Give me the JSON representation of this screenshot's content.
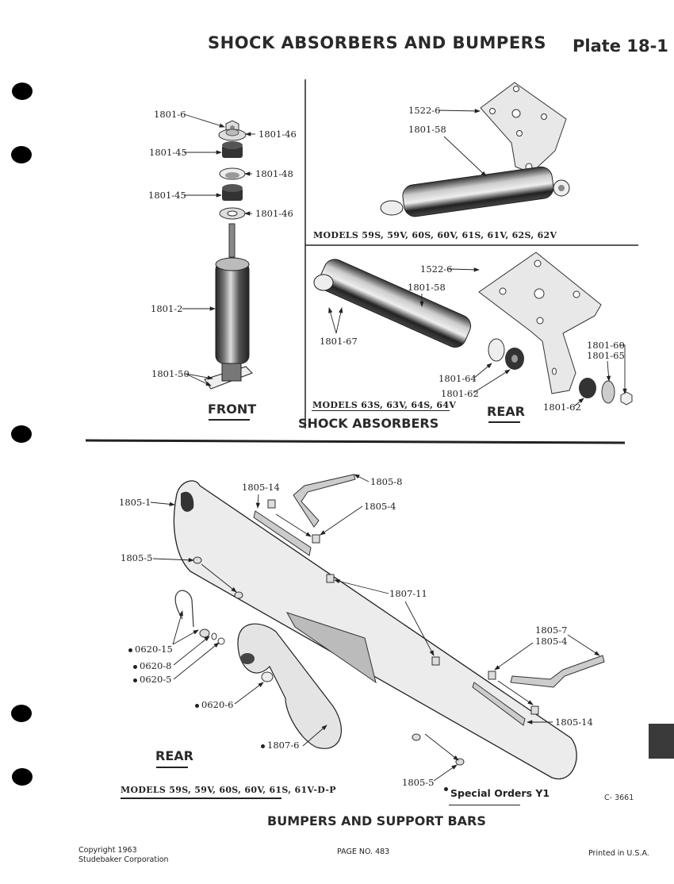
{
  "header": {
    "title": "SHOCK ABSORBERS AND BUMPERS",
    "plate": "Plate 18-1"
  },
  "shock_section": {
    "front": {
      "labels": [
        "1801-6",
        "1801-46",
        "1801-45",
        "1801-48",
        "1801-45",
        "1801-46",
        "1801-2",
        "1801-50"
      ],
      "caption": "FRONT"
    },
    "rear_top": {
      "labels": [
        "1522-6",
        "1801-58"
      ],
      "models": "MODELS 59S, 59V, 60S, 60V, 61S, 61V, 62S, 62V"
    },
    "rear_bottom": {
      "labels": [
        "1522-6",
        "1801-58",
        "1801-67",
        "1801-64",
        "1801-62",
        "1801-60",
        "1801-65",
        "1801-62"
      ],
      "models": "MODELS 63S, 63V, 64S, 64V",
      "caption": "REAR"
    },
    "section_title": "SHOCK ABSORBERS"
  },
  "bumper_section": {
    "labels": {
      "bumper": "1805-1",
      "bar_left": "1805-14",
      "bracket_left": "1805-8",
      "plate_left": "1805-4",
      "bolt_upper": "1805-5",
      "clip": "1807-11",
      "bracket_right": "1805-7",
      "plate_right": "1805-4",
      "bar_right": "1805-14",
      "bolt_lower": "1805-5",
      "wire": "0620-15",
      "washer": "0620-8",
      "lamp": "0620-5",
      "nut": "0620-6",
      "guard": "1807-6"
    },
    "caption": "REAR",
    "models": "MODELS 59S, 59V, 60S, 60V, 61S, 61V-D-P",
    "special_orders": "Special Orders Y1",
    "code": "C- 3661",
    "section_title": "BUMPERS AND SUPPORT BARS"
  },
  "footer": {
    "copyright_line1": "Copyright 1963",
    "copyright_line2": "Studebaker Corporation",
    "page_no": "PAGE NO. 483",
    "printed": "Printed in U.S.A."
  },
  "colors": {
    "ink": "#222222",
    "part_light": "#e6e6e6",
    "part_dark": "#3a3a3a"
  }
}
